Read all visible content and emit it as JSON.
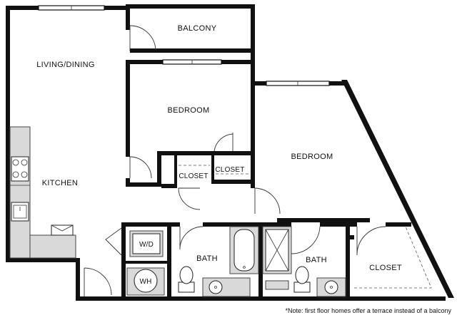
{
  "rooms": {
    "balcony": "BALCONY",
    "living_dining": "LIVING/DINING",
    "bedroom_1": "BEDROOM",
    "bedroom_2": "BEDROOM",
    "kitchen": "KITCHEN",
    "closet_1": "CLOSET",
    "closet_2": "CLOSET",
    "closet_3": "CLOSET",
    "bath_1": "BATH",
    "bath_2": "BATH",
    "wd": "W/D",
    "wh": "WH"
  },
  "footnote": "*Note: first floor homes offer a terrace instead of a balcony",
  "colors": {
    "wall": "#111111",
    "counter": "#d9d9d9",
    "background": "#ffffff"
  }
}
